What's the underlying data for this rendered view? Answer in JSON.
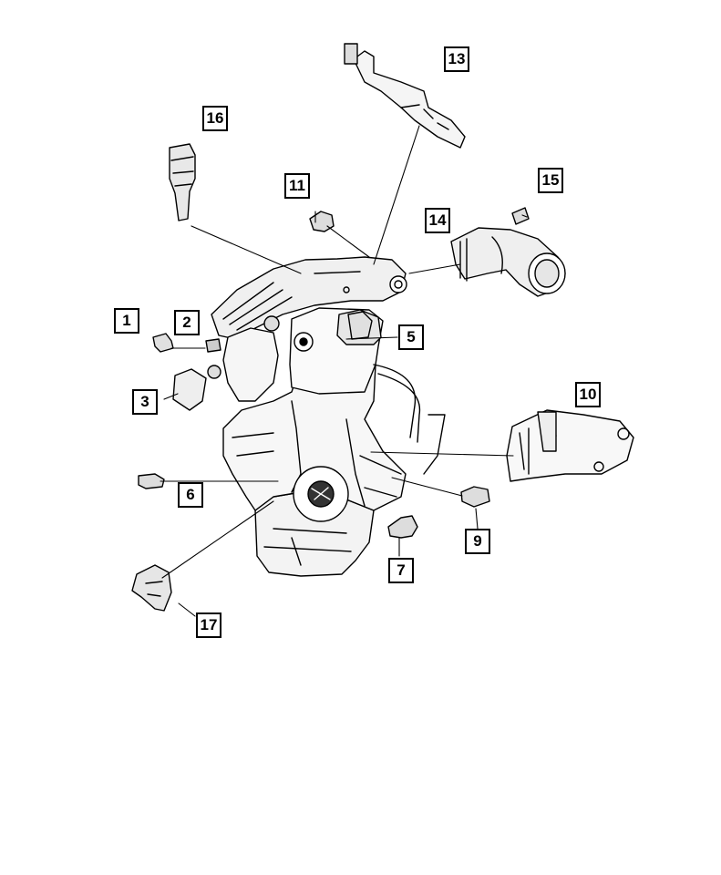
{
  "diagram": {
    "callouts": {
      "c1": "1",
      "c2": "2",
      "c3": "3",
      "c5": "5",
      "c6": "6",
      "c7": "7",
      "c9": "9",
      "c10": "10",
      "c11": "11",
      "c13": "13",
      "c14": "14",
      "c15": "15",
      "c16": "16",
      "c17": "17"
    }
  },
  "colors": {
    "line": "#000000",
    "background": "#ffffff",
    "fill_light": "#f2f2f2",
    "fill_mid": "#d9d9d9"
  }
}
